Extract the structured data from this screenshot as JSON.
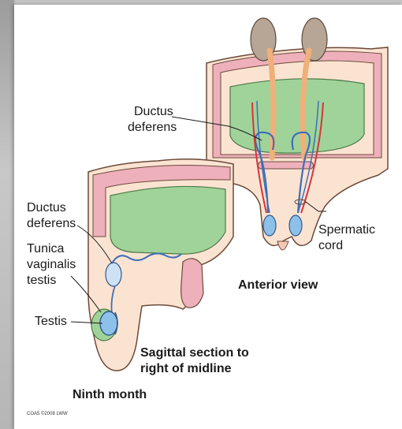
{
  "labels": {
    "ductus_top_line1": "Ductus",
    "ductus_top_line2": "deferens",
    "ductus_left_line1": "Ductus",
    "ductus_left_line2": "deferens",
    "tunica_line1": "Tunica",
    "tunica_line2": "vaginalis",
    "tunica_line3": "testis",
    "testis": "Testis",
    "spermatic_line1": "Spermatic",
    "spermatic_line2": "cord",
    "anterior_view": "Anterior view",
    "sagittal_line1": "Sagittal section to",
    "sagittal_line2": "right of midline",
    "ninth_month": "Ninth month",
    "credit": "COA5 ©2008 LWW"
  },
  "colors": {
    "skin": "#fbe3d2",
    "skin_outline": "#6b4a3a",
    "muscle": "#eeb0bb",
    "cavity": "#9fd39a",
    "ureter": "#f0b07a",
    "kidney": "#b7a595",
    "testis": "#8ec1ea",
    "artery": "#d9323b",
    "vein": "#3f6fb5"
  }
}
